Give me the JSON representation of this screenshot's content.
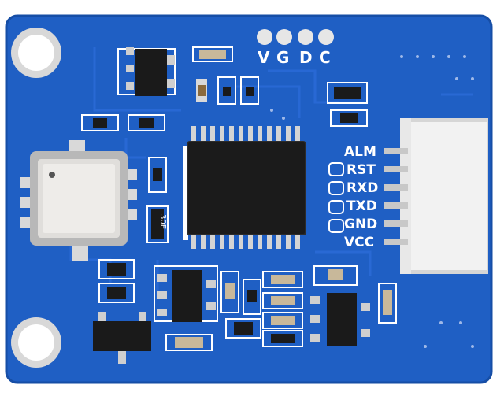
{
  "colors": {
    "pcb": "#1f5fc4",
    "pcb_dark": "#164ea6",
    "silk": "#ffffff",
    "chip": "#1a1a1a",
    "pad": "#d9d9d9",
    "connector": "#f2f2f2"
  },
  "top_pins": [
    {
      "label": "V"
    },
    {
      "label": "G"
    },
    {
      "label": "D"
    },
    {
      "label": "C"
    }
  ],
  "connector_pins": [
    {
      "label": "ALM"
    },
    {
      "label": "RST"
    },
    {
      "label": "RXD"
    },
    {
      "label": "TXD"
    },
    {
      "label": "GND"
    },
    {
      "label": "VCC"
    }
  ],
  "component_marking": "30E"
}
